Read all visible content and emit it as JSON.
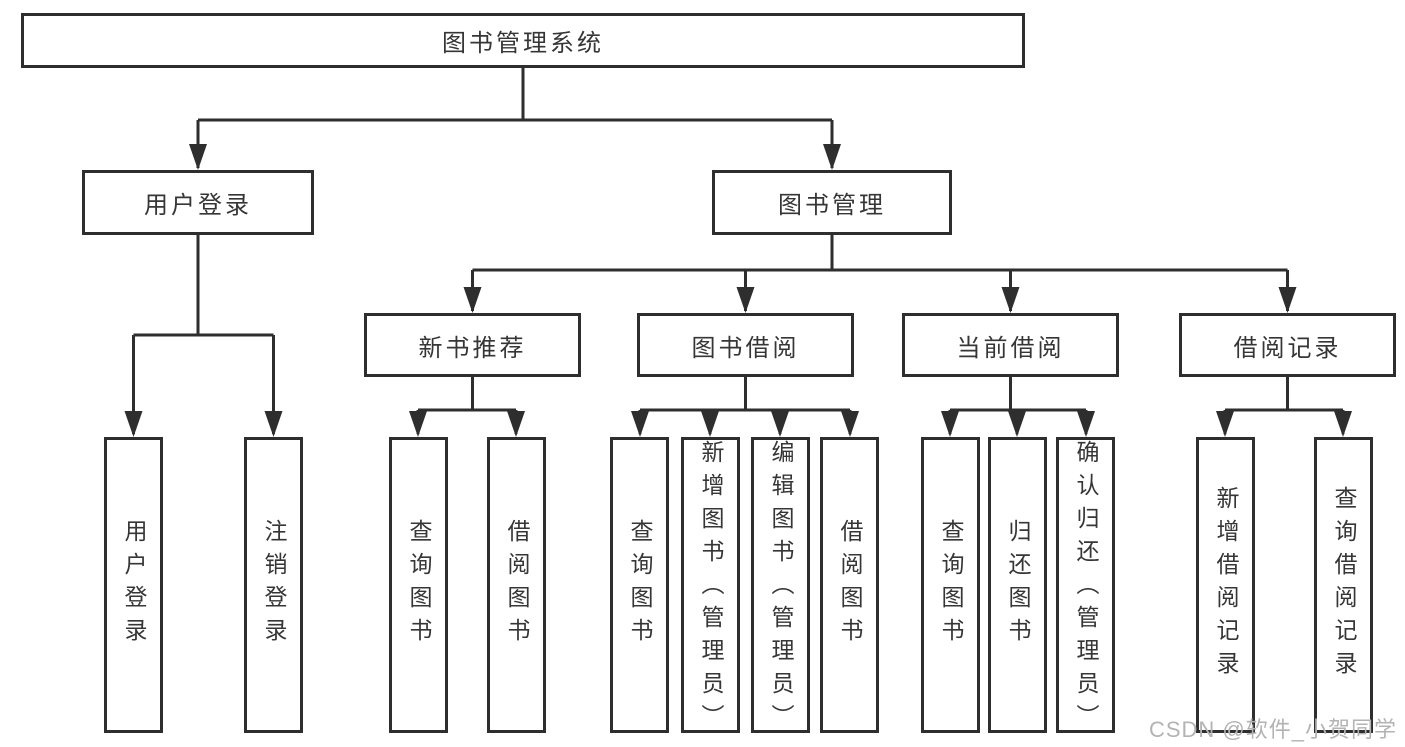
{
  "tree": {
    "root": {
      "label": "图书管理系统"
    },
    "level1": [
      {
        "label": "用户登录",
        "children": [
          {
            "label": "用户登录"
          },
          {
            "label": "注销登录"
          }
        ]
      },
      {
        "label": "图书管理",
        "children": [
          {
            "label": "新书推荐",
            "children": [
              {
                "label": "查询图书"
              },
              {
                "label": "借阅图书"
              }
            ]
          },
          {
            "label": "图书借阅",
            "children": [
              {
                "label": "查询图书"
              },
              {
                "label": "新增图书（管理员）"
              },
              {
                "label": "编辑图书（管理员）"
              },
              {
                "label": "借阅图书"
              }
            ]
          },
          {
            "label": "当前借阅",
            "children": [
              {
                "label": "查询图书"
              },
              {
                "label": "归还图书"
              },
              {
                "label": "确认归还（管理员）"
              }
            ]
          },
          {
            "label": "借阅记录",
            "children": [
              {
                "label": "新增借阅记录"
              },
              {
                "label": "查询借阅记录"
              }
            ]
          }
        ]
      }
    ]
  },
  "watermark": {
    "text": "CSDN @软件_小贺同学"
  },
  "colors": {
    "line": "#2e2e2e",
    "box_border": "#2e2e2e",
    "box_background": "#ffffff",
    "text": "#363636",
    "watermark": "#b3b3b3",
    "page_background": "#ffffff"
  }
}
